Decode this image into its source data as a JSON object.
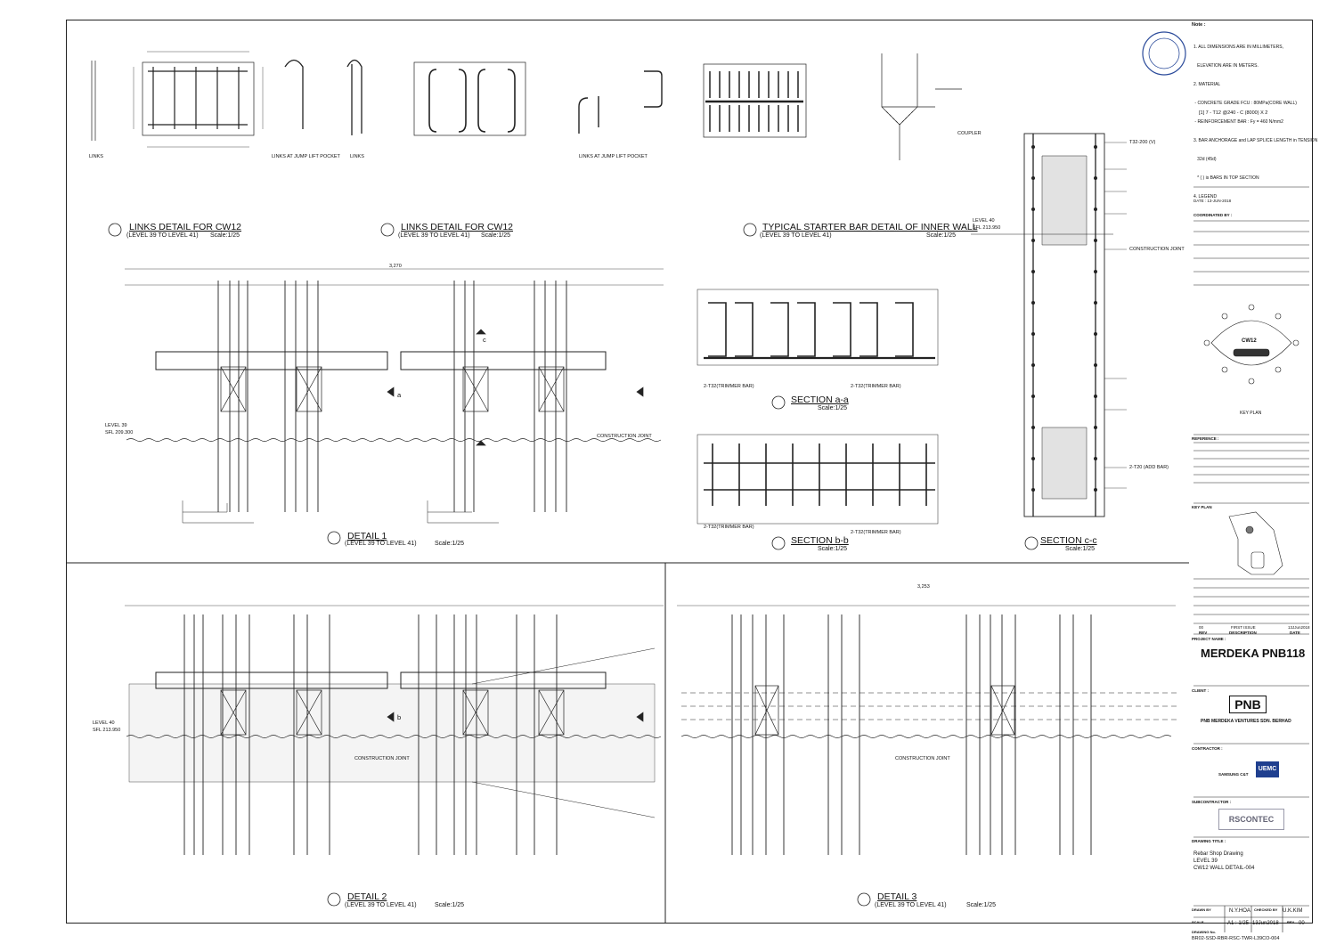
{
  "details": {
    "links1": {
      "title": "LINKS DETAIL FOR CW12",
      "sub": "(LEVEL 39 TO LEVEL 41)",
      "scale": "Scale:1/25"
    },
    "links2": {
      "title": "LINKS DETAIL FOR CW12",
      "sub": "(LEVEL 39 TO LEVEL 41)",
      "scale": "Scale:1/25"
    },
    "starter": {
      "title": "TYPICAL STARTER BAR DETAIL OF INNER WALL",
      "sub": "(LEVEL 39 TO LEVEL 41)",
      "scale": "Scale:1/25"
    },
    "detail1": {
      "title": "DETAIL 1",
      "sub": "(LEVEL 39 TO LEVEL 41)",
      "scale": "Scale:1/25"
    },
    "detail2": {
      "title": "DETAIL 2",
      "sub": "(LEVEL 39 TO LEVEL 41)",
      "scale": "Scale:1/25"
    },
    "detail3": {
      "title": "DETAIL 3",
      "sub": "(LEVEL 39 TO LEVEL 41)",
      "scale": "Scale:1/25"
    },
    "secaa": {
      "title": "SECTION a-a",
      "scale": "Scale:1/25"
    },
    "secbb": {
      "title": "SECTION b-b",
      "scale": "Scale:1/25"
    },
    "seccc": {
      "title": "SECTION c-c",
      "scale": "Scale:1/25"
    }
  },
  "labels": {
    "links": "LINKS",
    "links_jump": "LINKS AT JUMP LIFT POCKET",
    "links_b": "LINKS",
    "links_jump2": "LINKS AT JUMP LIFT POCKET",
    "coupler": "COUPLER",
    "level40_top": "LEVEL 40",
    "sfl40_top": "SFL 213.950",
    "level39": "LEVEL 39",
    "sfl39": "SFL 209.300",
    "level40": "LEVEL 40",
    "sfl40": "SFL 213.950",
    "construction_joint": "CONSTRUCTION JOINT",
    "construction_joint2": "CONSTRUCTION JOINT",
    "construction_joint3": "CONSTRUCTION JOINT",
    "construction_joint4": "CONSTRUCTION JOINT",
    "trimmer1": "2-T32(TRIMMER BAR)",
    "trimmer2": "2-T32(TRIMMER BAR)",
    "trimmer3": "2-T32(TRIMMER BAR)",
    "trimmer4": "2-T32(TRIMMER BAR)",
    "dim_3270": "3,270",
    "dim_3253": "3,253",
    "t32_200": "T32-200 (V)",
    "add_bar": "2-T20 (ADD BAR)",
    "sec_a": "a",
    "sec_b": "b",
    "sec_c": "c"
  },
  "notes": {
    "items": [
      "1. ALL DIMENSIONS ARE IN MILLIMETERS,",
      "   ELEVATION ARE IN METERS.",
      "2. MATERIAL",
      " - CONCRETE GRADE FCU : 80MPa(CORE WALL)",
      " - REINFORCEMENT BAR : Fy = 460 N/mm2",
      "3. BAR ANCHORAGE and LAP SPLICE LENGTH in TENSION",
      "   32d (45d)",
      "   * ( ) is BARS IN TOP SECTION",
      "4. LEGEND"
    ],
    "legend": "[1]  7 -  T12  @240  - C  (8000)  X 2",
    "heading": "Note :"
  },
  "titleblock": {
    "key_plan": "KEY PLAN",
    "key_plan_label": "CW12",
    "project_name_lbl": "PROJECT NAME :",
    "project": "MERDEKA PNB118",
    "client_lbl": "CLIENT :",
    "client_logo": "PNB",
    "client_name": "PNB MERDEKA VENTURES SDN. BERHAD",
    "contractor_lbl": "CONTRACTOR :",
    "samsung": "SAMSUNG C&T",
    "uemc": "UEMC",
    "subcontractor_lbl": "SUBCONTRACTOR :",
    "subcontractor": "RSCONTEC",
    "drawing_title_lbl": "DRAWING TITLE :",
    "dwg_title1": "Rebar Shop Drawing",
    "dwg_title2": "LEVEL 39",
    "dwg_title3": "CW12 WALL DETAIL-004",
    "drawn_by_lbl": "DRAWN BY",
    "drawn_by": "N.Y.HOA",
    "checked_by_lbl": "CHECKED BY",
    "checked_by": "U.K.KIM",
    "scale_lbl": "SCALE",
    "scale": "A1 : 1/25",
    "date": "13Jun2018",
    "dwg_no_lbl": "DRAWING No.",
    "dwg_no": "BR02-SSD-RBR-RSC-TWR-L39CO-004",
    "rev_lbl": "REV",
    "rev": "00",
    "rev_row": "00",
    "rev_desc": "FIRST ISSUE",
    "rev_date": "13JJun2018",
    "rev_h": "REV",
    "desc_h": "DESCRIPTION",
    "date_h": "DATE",
    "reference_lbl": "REFERENCE :",
    "key_plan2_lbl": "KEY PLAN",
    "coordinated_lbl": "COORDINATED BY :",
    "check_date": "DATE : 13-JUN-2018"
  }
}
